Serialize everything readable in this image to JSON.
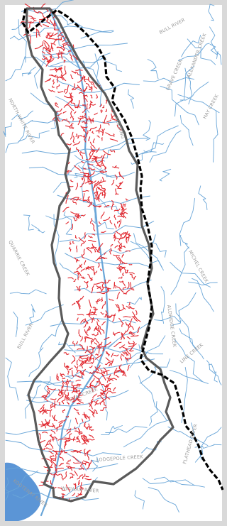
{
  "map": {
    "colors": {
      "frame": "#d9d9d9",
      "land": "#ffffff",
      "river": "#6aa6d8",
      "lake": "#5b95d6",
      "basin_boundary": "#5a5a5a",
      "divide": "#000000",
      "disturbance": "#e0282f",
      "label": "#9a9a9a"
    },
    "layers": [
      {
        "id": "rivers",
        "name": "Rivers and creeks"
      },
      {
        "id": "basin",
        "name": "Watershed boundary"
      },
      {
        "id": "divide",
        "name": "Provincial / continental divide"
      },
      {
        "id": "disturbance",
        "name": "Mapped disturbance"
      }
    ],
    "labels": [
      {
        "id": "bull-river",
        "text": "BULL RIVER"
      },
      {
        "id": "wigwam-river",
        "text": "WIGWAM RIVER"
      },
      {
        "id": "north-white-river",
        "text": "NORTH WHITE RIVER"
      },
      {
        "id": "quarrie-creek",
        "text": "QUARRIE CREEK"
      },
      {
        "id": "coal-creek",
        "text": "COAL CREEK"
      },
      {
        "id": "fording",
        "text": "FORDING"
      },
      {
        "id": "aldridge-creek",
        "text": "ALDRIDGE CREEK"
      },
      {
        "id": "lodgepole-creek",
        "text": "LODGEPOLE CREEK"
      },
      {
        "id": "flathead-river",
        "text": "FLATHEAD RIVER"
      },
      {
        "id": "kootenay-river",
        "text": "KOOTENAY RIVER"
      },
      {
        "id": "bull-river-2",
        "text": "BULL RIVER"
      },
      {
        "id": "hay-creek",
        "text": "HAY CREEK"
      },
      {
        "id": "grave-creek",
        "text": "GRAVE CREEK"
      },
      {
        "id": "michel-creek",
        "text": "MICHEL CREEK"
      },
      {
        "id": "line-creek",
        "text": "LINE CREEK"
      },
      {
        "id": "alexander-creek",
        "text": "ALEXANDER CREEK"
      }
    ]
  }
}
